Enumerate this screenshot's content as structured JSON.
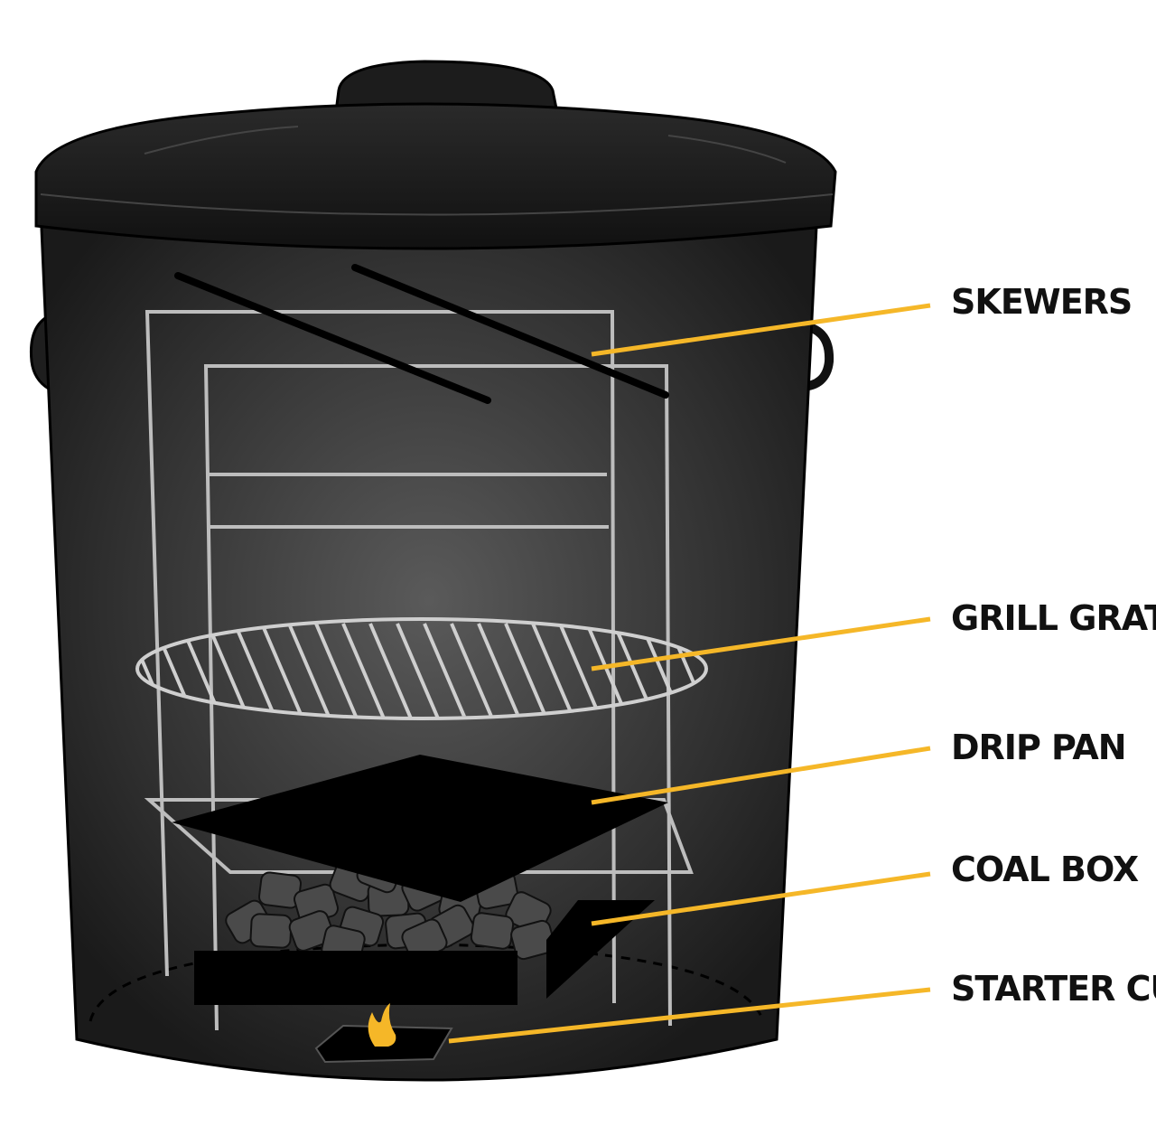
{
  "diagram": {
    "labels": {
      "skewers": "SKEWERS",
      "grill_grate": "GRILL GRATE",
      "drip_pan": "DRIP PAN",
      "coal_box": "COAL BOX",
      "starter_cup": "STARTER CUP"
    },
    "colors": {
      "leader_line": "#f5b728",
      "can_body": "#2a2a2a",
      "wire": "#bdbdbd",
      "flame": "#f5b728"
    }
  }
}
